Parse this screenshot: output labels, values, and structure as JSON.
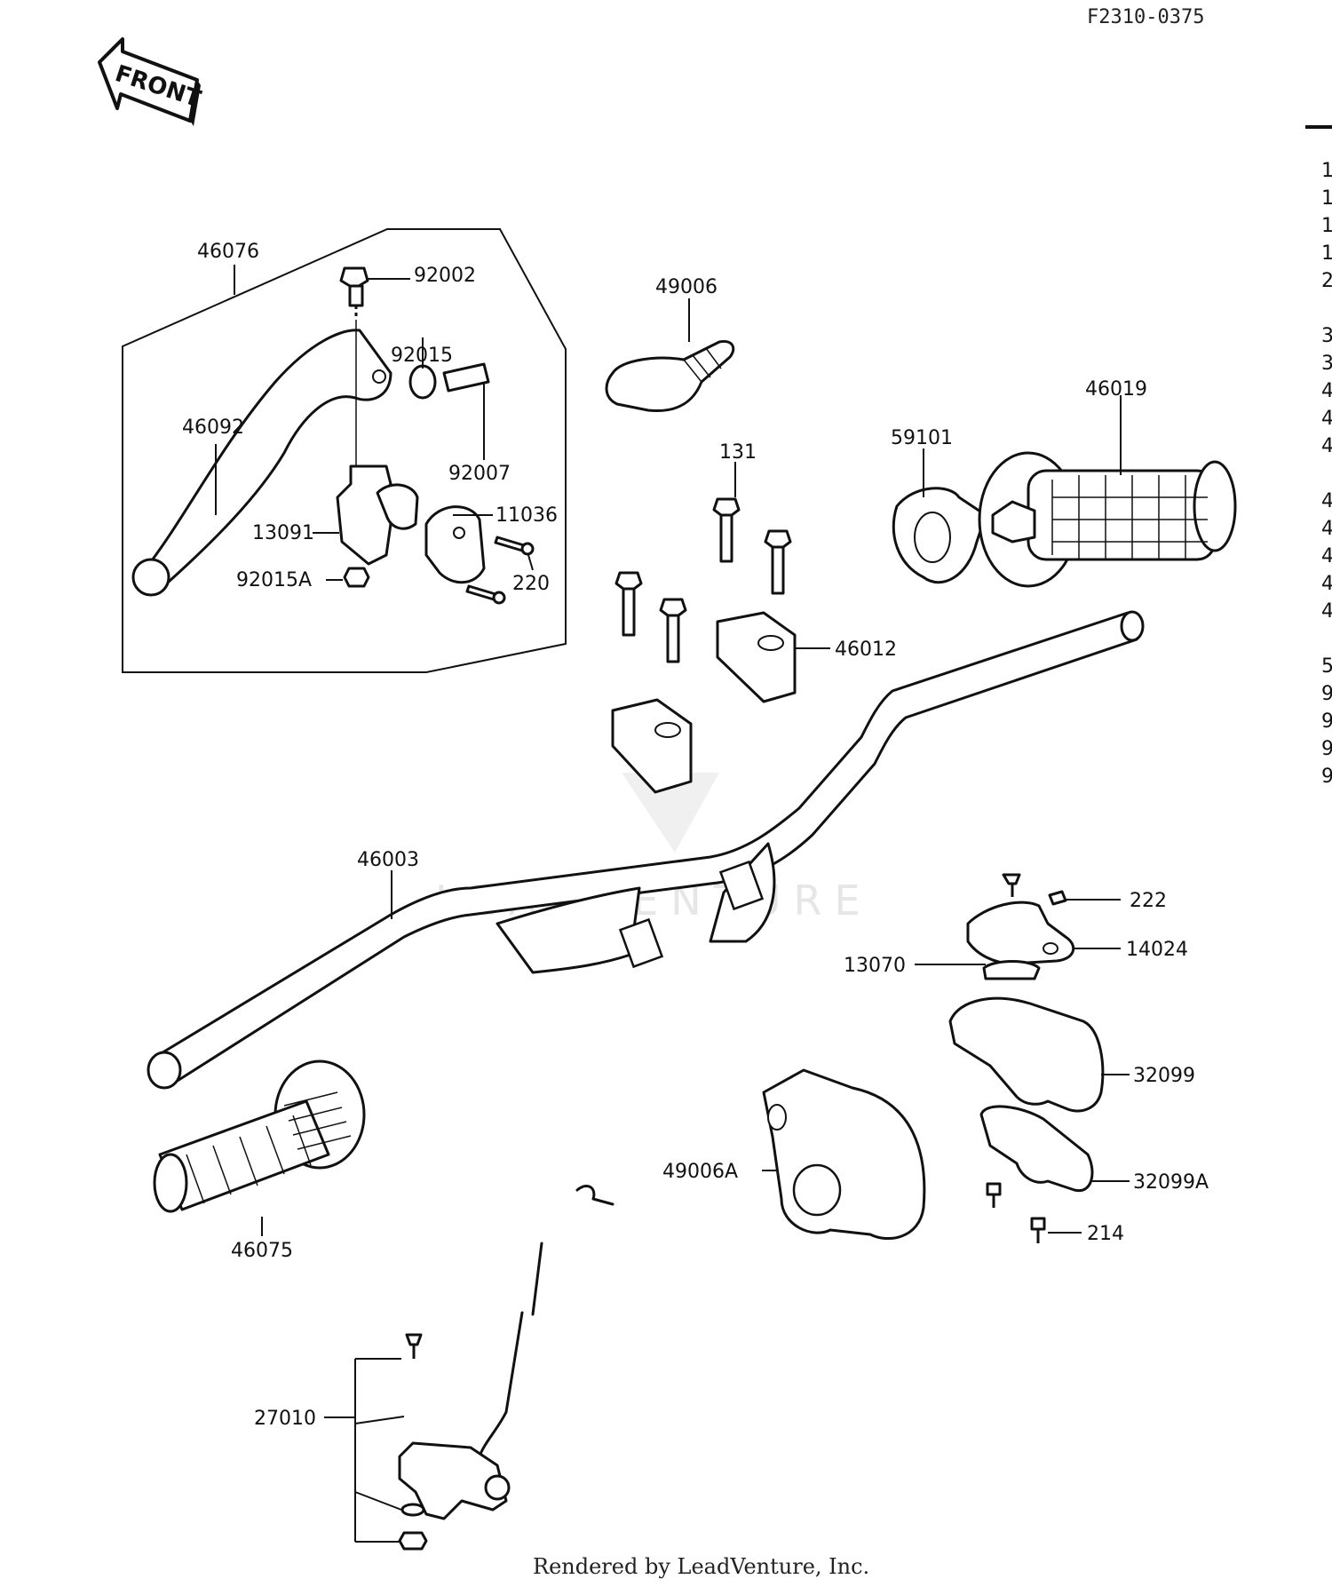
{
  "header": {
    "ref_code": "F2310-0375",
    "front_arrow_label": "FRONT"
  },
  "watermark": "LEADVENTURE",
  "footer": "Rendered by LeadVenture, Inc.",
  "parts": [
    {
      "id": "46076",
      "label": "46076"
    },
    {
      "id": "92002",
      "label": "92002"
    },
    {
      "id": "92015",
      "label": "92015"
    },
    {
      "id": "46092",
      "label": "46092"
    },
    {
      "id": "92007",
      "label": "92007"
    },
    {
      "id": "11036",
      "label": "11036"
    },
    {
      "id": "13091",
      "label": "13091"
    },
    {
      "id": "220",
      "label": "220"
    },
    {
      "id": "92015A",
      "label": "92015A"
    },
    {
      "id": "49006",
      "label": "49006"
    },
    {
      "id": "46019",
      "label": "46019"
    },
    {
      "id": "131",
      "label": "131"
    },
    {
      "id": "59101",
      "label": "59101"
    },
    {
      "id": "46012",
      "label": "46012"
    },
    {
      "id": "46003",
      "label": "46003"
    },
    {
      "id": "222",
      "label": "222"
    },
    {
      "id": "14024",
      "label": "14024"
    },
    {
      "id": "13070",
      "label": "13070"
    },
    {
      "id": "32099",
      "label": "32099"
    },
    {
      "id": "49006A",
      "label": "49006A"
    },
    {
      "id": "32099A",
      "label": "32099A"
    },
    {
      "id": "214",
      "label": "214"
    },
    {
      "id": "46075",
      "label": "46075"
    },
    {
      "id": "27010",
      "label": "27010"
    }
  ],
  "side_list_fragments": [
    "1",
    "1",
    "1",
    "1",
    "2",
    "3",
    "3",
    "4",
    "4",
    "4",
    "4",
    "4",
    "4",
    "4",
    "4",
    "5",
    "9",
    "9",
    "9",
    "9"
  ]
}
